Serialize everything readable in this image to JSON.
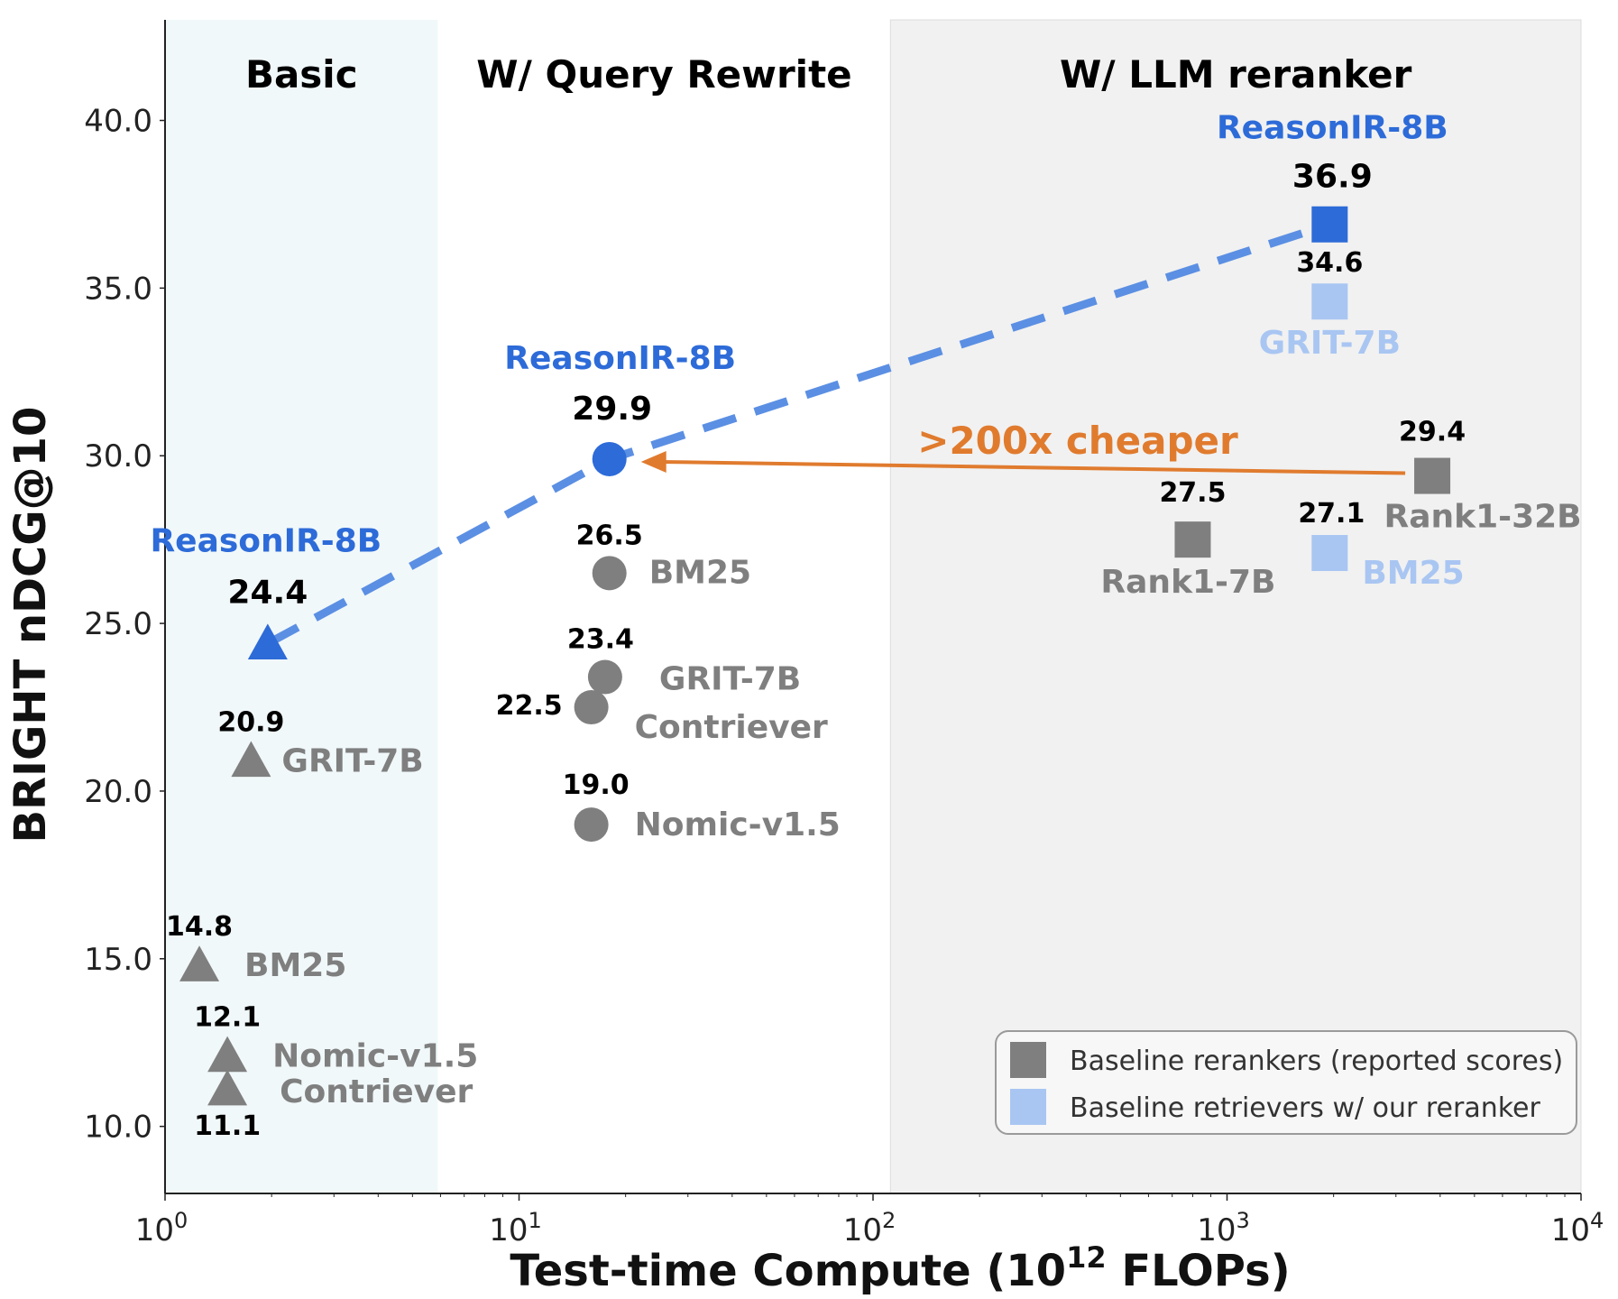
{
  "colors": {
    "highlight": "#2d6bd8",
    "dash_line": "#5b8fe3",
    "gray": "#7f7f7f",
    "light_blue": "#a9c6f2",
    "orange": "#e07b2e",
    "basic_bg": "#f1f8fa",
    "reranker_bg": "#f1f1f1"
  },
  "chart_data": {
    "type": "scatter",
    "xlabel": "Test-time Compute (10",
    "xlabel_sup": "12",
    "xlabel_end": " FLOPs)",
    "ylabel": "BRIGHT nDCG@10",
    "x_scale": "log",
    "xlim": [
      1,
      10000
    ],
    "ylim": [
      8.0,
      43.0
    ],
    "y_ticks": [
      10.0,
      15.0,
      20.0,
      25.0,
      30.0,
      35.0,
      40.0
    ],
    "y_tick_labels": [
      "10.0",
      "15.0",
      "20.0",
      "25.0",
      "30.0",
      "35.0",
      "40.0"
    ],
    "x_ticks": [
      {
        "base": "10",
        "exp": "0",
        "value": 1
      },
      {
        "base": "10",
        "exp": "1",
        "value": 10
      },
      {
        "base": "10",
        "exp": "2",
        "value": 100
      },
      {
        "base": "10",
        "exp": "3",
        "value": 1000
      },
      {
        "base": "10",
        "exp": "4",
        "value": 10000
      }
    ],
    "regions": [
      {
        "title": "Basic",
        "x_from": 1,
        "x_to": 5.9
      },
      {
        "title": "W/ Query Rewrite",
        "x_from": 5.9,
        "x_to": 112
      },
      {
        "title": "W/ LLM reranker",
        "x_from": 112,
        "x_to": 10000
      }
    ],
    "points": [
      {
        "name": "ReasonIR-8B",
        "value_label": "24.4",
        "x": 1.95,
        "y": 24.4,
        "marker": "triangle",
        "color": "highlight"
      },
      {
        "name": "GRIT-7B",
        "value_label": "20.9",
        "x": 1.75,
        "y": 20.9,
        "marker": "triangle",
        "color": "gray"
      },
      {
        "name": "BM25",
        "value_label": "14.8",
        "x": 1.25,
        "y": 14.8,
        "marker": "triangle",
        "color": "gray"
      },
      {
        "name": "Nomic-v1.5",
        "value_label": "12.1",
        "x": 1.5,
        "y": 12.1,
        "marker": "triangle",
        "color": "gray"
      },
      {
        "name": "Contriever",
        "value_label": "11.1",
        "x": 1.5,
        "y": 11.1,
        "marker": "triangle",
        "color": "gray"
      },
      {
        "name": "ReasonIR-8B",
        "value_label": "29.9",
        "x": 18,
        "y": 29.9,
        "marker": "circle",
        "color": "highlight"
      },
      {
        "name": "BM25",
        "value_label": "26.5",
        "x": 18,
        "y": 26.5,
        "marker": "circle",
        "color": "gray"
      },
      {
        "name": "GRIT-7B",
        "value_label": "23.4",
        "x": 17.5,
        "y": 23.4,
        "marker": "circle",
        "color": "gray"
      },
      {
        "name": "Contriever",
        "value_label": "22.5",
        "x": 16,
        "y": 22.5,
        "marker": "circle",
        "color": "gray"
      },
      {
        "name": "Nomic-v1.5",
        "value_label": "19.0",
        "x": 16,
        "y": 19.0,
        "marker": "circle",
        "color": "gray"
      },
      {
        "name": "ReasonIR-8B",
        "value_label": "36.9",
        "x": 1950,
        "y": 36.9,
        "marker": "square",
        "color": "highlight"
      },
      {
        "name": "GRIT-7B",
        "value_label": "34.6",
        "x": 1950,
        "y": 34.6,
        "marker": "square",
        "color": "light_blue"
      },
      {
        "name": "BM25",
        "value_label": "27.1",
        "x": 1950,
        "y": 27.1,
        "marker": "square",
        "color": "light_blue"
      },
      {
        "name": "Rank1-7B",
        "value_label": "27.5",
        "x": 800,
        "y": 27.5,
        "marker": "square",
        "color": "gray"
      },
      {
        "name": "Rank1-32B",
        "value_label": "29.4",
        "x": 3800,
        "y": 29.4,
        "marker": "square",
        "color": "gray"
      }
    ],
    "trend_line": [
      {
        "x": 1.95,
        "y": 24.4
      },
      {
        "x": 18,
        "y": 29.9
      },
      {
        "x": 1950,
        "y": 36.9
      }
    ],
    "annotation": {
      "text": ">200x cheaper",
      "arrow_from": {
        "x": 3800,
        "y": 29.4
      },
      "arrow_to": {
        "x": 18,
        "y": 29.9
      }
    },
    "legend": {
      "placement": "lower-right",
      "items": [
        {
          "label": "Baseline rerankers (reported scores)",
          "color": "gray"
        },
        {
          "label": "Baseline retrievers w/ our reranker",
          "color": "light_blue"
        }
      ]
    }
  }
}
